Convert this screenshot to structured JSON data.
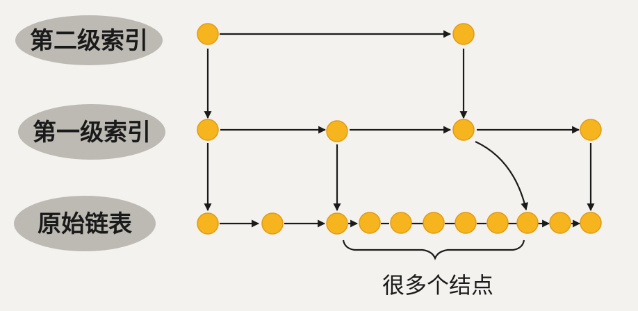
{
  "labels": {
    "level2": "第二级索引",
    "level1": "第一级索引",
    "base": "原始链表"
  },
  "caption": "很多个结点",
  "colors": {
    "node": "#f6b41e",
    "node_stroke": "#e29a12",
    "label_bg": "#bdbab4",
    "arrow": "#1a1a1a",
    "background": "#f4f2ee"
  }
}
